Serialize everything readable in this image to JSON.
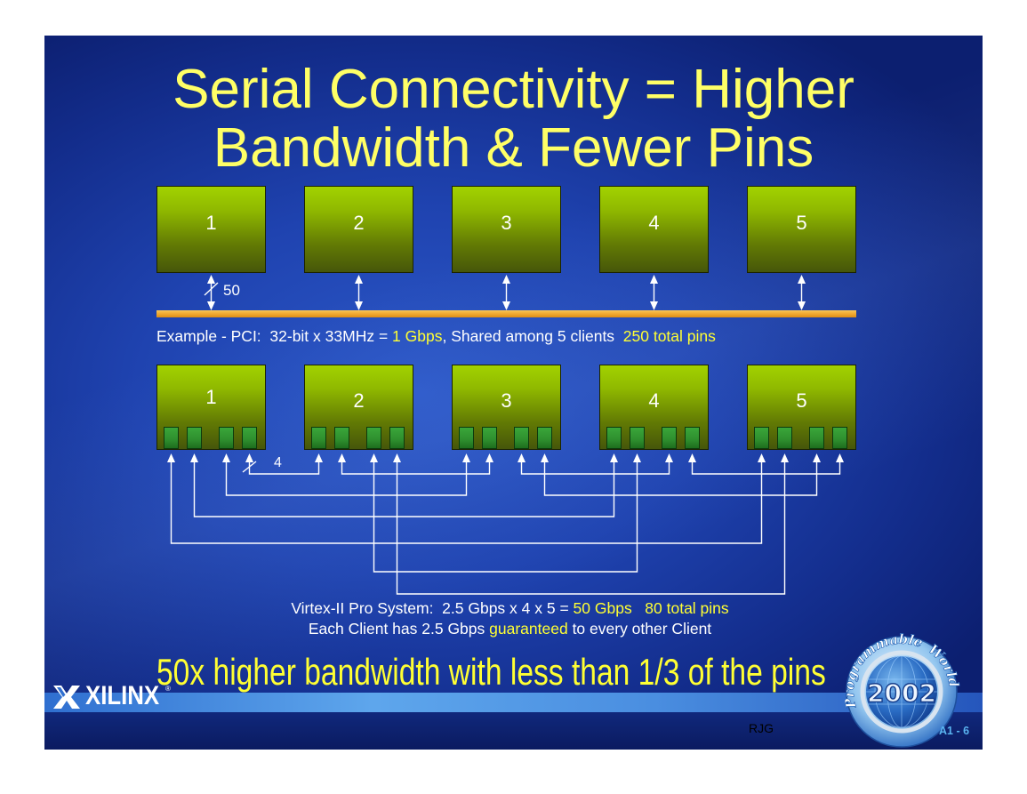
{
  "slide": {
    "title_line_1": "Serial Connectivity = Higher",
    "title_line_2": "Bandwidth & Fewer Pins"
  },
  "shared_bus_example": {
    "clients": [
      "1",
      "2",
      "3",
      "4",
      "5"
    ],
    "bus_width_label": "50",
    "caption": {
      "part_1": "Example - PCI:  32-bit x 33MHz = ",
      "bandwidth": "1 Gbps",
      "part_2": ", Shared among 5 clients  ",
      "pins": "250 total pins"
    }
  },
  "serial_example": {
    "clients": [
      "1",
      "2",
      "3",
      "4",
      "5"
    ],
    "link_width_label": "4",
    "caption_line_1": {
      "part_1": "Virtex-II Pro System:  2.5 Gbps x 4 x 5 = ",
      "highlight": "50 Gbps   80 total pins"
    },
    "caption_line_2": {
      "part_1": "Each Client has 2.5 Gbps ",
      "highlight": "guaranteed",
      "part_2": " to every other Client"
    }
  },
  "headline": "50x higher bandwidth with less than 1/3 of the pins",
  "footer": {
    "brand": "XILINX",
    "brand_mark": "®",
    "author": "RJG",
    "slide_number": "A1 - 6"
  },
  "event_logo": {
    "word_1": "Programmable",
    "word_2": "World",
    "year": "2002"
  },
  "icons": {
    "brand_logo": "xilinx-x-mark-icon",
    "event_logo": "programmable-world-globe-icon"
  },
  "colors": {
    "title_text": "#FFFF66",
    "highlight_text": "#FFFF33",
    "shared_bus": "#F0A830",
    "client_top": "#A2D200",
    "client_bottom": "#46560A",
    "port": "#2E8E2E",
    "slide_number": "#5AB4F0"
  }
}
